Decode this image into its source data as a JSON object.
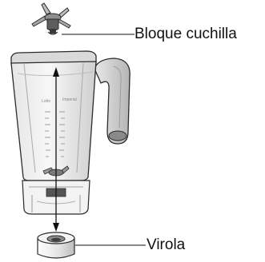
{
  "labels": {
    "blade": "Bloque cuchilla",
    "ring": "Virola"
  },
  "jar_scale": {
    "left_column": "Lotto",
    "right_column": "Imperial"
  },
  "colors": {
    "outline": "#2b2b2b",
    "jar_body": "#dcdcdc",
    "handle": "#c4c4c4",
    "blade_metal": "#9a9a9a",
    "arrow": "#111111"
  },
  "icons": [
    "blade-assembly-icon",
    "blender-jar-icon",
    "jar-ring-icon"
  ]
}
